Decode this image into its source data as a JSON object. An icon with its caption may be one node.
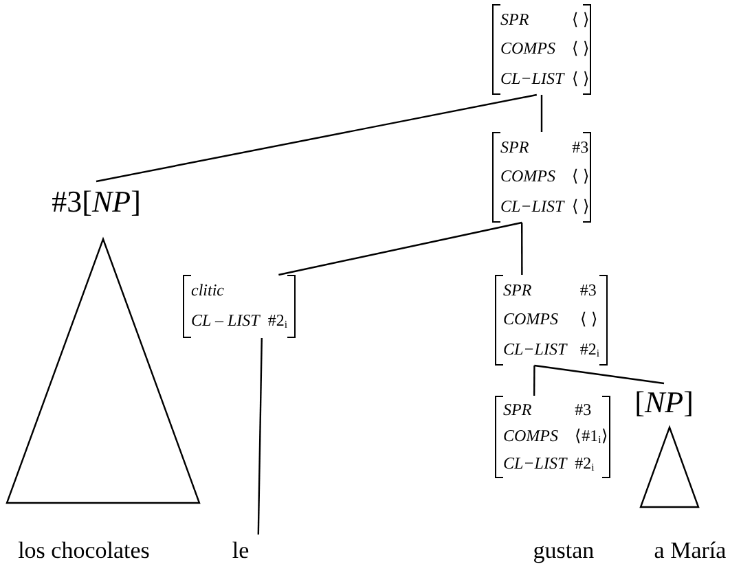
{
  "diagram": {
    "nodes": [
      {
        "text": [
          "SPR",
          "⟨ ⟩",
          "COMPS",
          "⟨ ⟩",
          "CL−LIST",
          "⟨ ⟩"
        ]
      },
      {
        "text": [
          "#3[*NP*]"
        ]
      },
      {
        "text": [],
        "shape": "triangle"
      },
      {
        "text": [
          "los chocolates"
        ]
      },
      {
        "text": [
          "SPR",
          "#3",
          "COMPS",
          "⟨ ⟩",
          "CL−LIST",
          "⟨ ⟩"
        ]
      },
      {
        "text": [
          "clitic",
          "CL – LIST",
          "#2$_{i}$"
        ]
      },
      {
        "text": [
          "SPR",
          "#3",
          "COMPS",
          "⟨ ⟩",
          "CL−LIST",
          "#2$_{i}$"
        ]
      },
      {
        "text": [
          "SPR",
          "#3",
          "COMPS",
          "⟨#1$_{i}$⟩",
          "CL−LIST",
          "#2$_{i}$"
        ]
      },
      {
        "text": [
          "[*NP*]"
        ]
      },
      {
        "text": [],
        "shape": "triangle"
      },
      {
        "text": [
          "le"
        ]
      },
      {
        "text": [
          "gustan"
        ]
      },
      {
        "text": [
          "a María"
        ]
      }
    ],
    "edges": [
      {
        "from": 0,
        "to": 1,
        "arrow": "none"
      },
      {
        "from": 0,
        "to": 4,
        "arrow": "none"
      },
      {
        "from": 4,
        "to": 5,
        "arrow": "none"
      },
      {
        "from": 4,
        "to": 6,
        "arrow": "none"
      },
      {
        "from": 6,
        "to": 7,
        "arrow": "none"
      },
      {
        "from": 6,
        "to": 8,
        "arrow": "none"
      },
      {
        "from": 5,
        "to": 10,
        "arrow": "none"
      }
    ]
  }
}
